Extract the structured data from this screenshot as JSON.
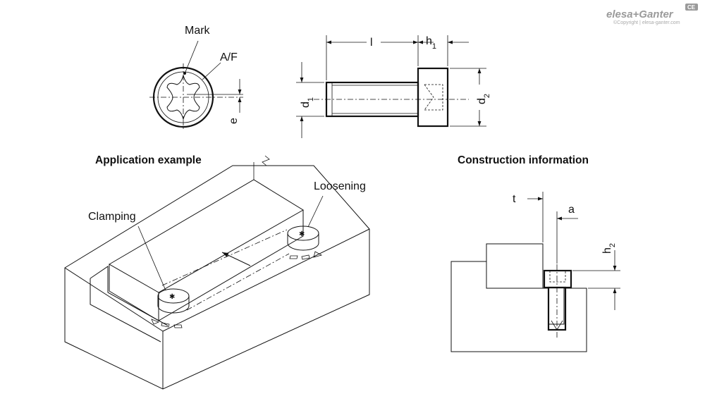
{
  "brand": {
    "name": "elesa+Ganter",
    "copyright": "©Copyright | elesa-ganter.com",
    "badge": "CE"
  },
  "top_view": {
    "mark_label": "Mark",
    "af_label": "A/F",
    "e_label": "e"
  },
  "side_view": {
    "l_label": "l",
    "h1_label": "h",
    "h1_sub": "1",
    "d1_label": "d",
    "d1_sub": "1",
    "d2_label": "d",
    "d2_sub": "2"
  },
  "application": {
    "title": "Application example",
    "clamping_label": "Clamping",
    "loosening_label": "Loosening"
  },
  "construction": {
    "title": "Construction information",
    "t_label": "t",
    "a_label": "a",
    "h2_label": "h",
    "h2_sub": "2"
  }
}
